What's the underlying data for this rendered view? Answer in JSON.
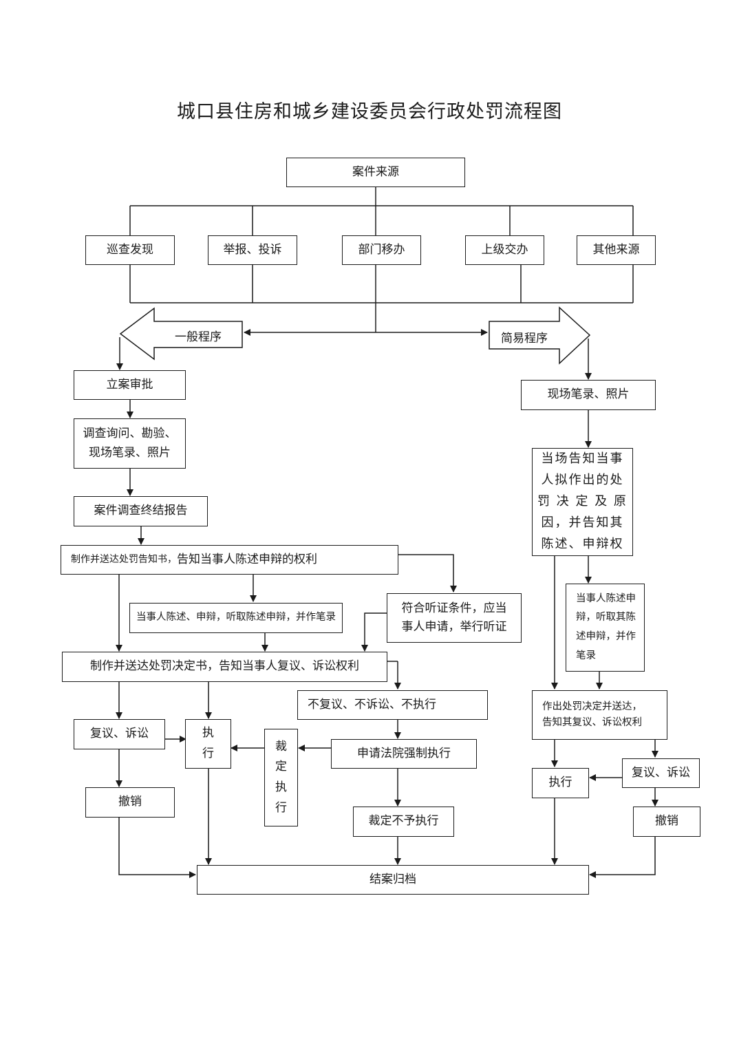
{
  "title": "城口县住房和城乡建设委员会行政处罚流程图",
  "nodes": {
    "case_source": "案件来源",
    "sources": [
      "巡查发现",
      "举报、投诉",
      "部门移办",
      "上级交办",
      "其他来源"
    ],
    "general_procedure": "一般程序",
    "simple_procedure": "简易程序",
    "filing_approval": "立案审批",
    "investigation": [
      "调查询问、勘验、",
      "现场笔录、照片"
    ],
    "final_report": "案件调查终结报告",
    "notice_prefix": "制作并送达处罚告知书，",
    "notice_suffix": "告知当事人陈述申辩的权利",
    "statement": "当事人陈述、申辩，听取陈述申辩，并作笔录",
    "hearing": [
      "符合听证条件，应当",
      "事人申请，举行听证"
    ],
    "decision": "制作并送达处罚决定书，告知当事人复议、诉讼权利",
    "no_action": "不复议、不诉讼、不执行",
    "review_left": "复议、诉讼",
    "execute_left": [
      "执",
      "行"
    ],
    "ruling_execute": [
      "裁",
      "定",
      "执",
      "行"
    ],
    "court_enforce": "申请法院强制执行",
    "revoke_left": "撤销",
    "ruling_no_execute": "裁定不予执行",
    "onsite_record": "现场笔录、照片",
    "onsite_notice": [
      "当场告知当事",
      "人拟作出的处",
      "罚 决 定 及 原",
      "因，并告知其",
      "陈述、申辩权"
    ],
    "onsite_statement": [
      "当事人陈述申",
      "辩，听取其陈",
      "述申辩，并作",
      "笔录"
    ],
    "onsite_decision": [
      "作出处罚决定并送达，",
      "告知其复议、诉讼权利"
    ],
    "execute_right": "执行",
    "review_right": "复议、诉讼",
    "revoke_right": "撤销",
    "archive": "结案归档"
  }
}
